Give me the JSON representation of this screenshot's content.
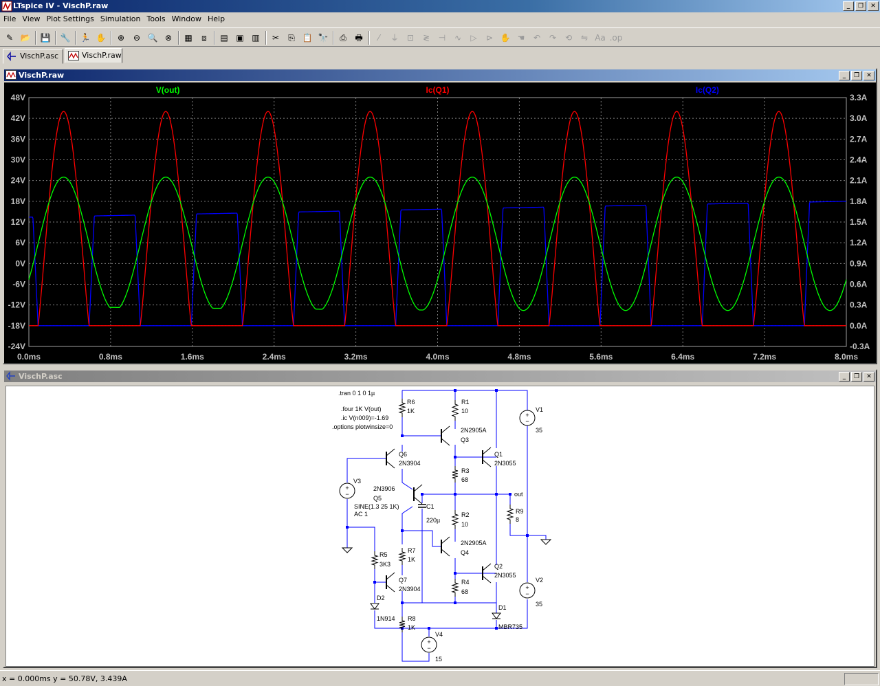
{
  "app": {
    "title": "LTspice IV - VischP.raw",
    "window_buttons": [
      "_",
      "❐",
      "✕"
    ]
  },
  "menu": [
    "File",
    "View",
    "Plot Settings",
    "Simulation",
    "Tools",
    "Window",
    "Help"
  ],
  "toolbar": [
    {
      "icon": "new-schematic-icon",
      "glyph": "✎"
    },
    {
      "icon": "open-icon",
      "glyph": "📂"
    },
    {
      "sep": true
    },
    {
      "icon": "save-icon",
      "glyph": "💾"
    },
    {
      "sep": true
    },
    {
      "icon": "control-panel-icon",
      "glyph": "🔧"
    },
    {
      "sep": true
    },
    {
      "icon": "run-icon",
      "glyph": "🏃"
    },
    {
      "icon": "pan-icon",
      "glyph": "✋"
    },
    {
      "sep": true
    },
    {
      "icon": "zoom-in-icon",
      "glyph": "⊕"
    },
    {
      "icon": "zoom-out-icon",
      "glyph": "⊖"
    },
    {
      "icon": "zoom-area-icon",
      "glyph": "🔍"
    },
    {
      "icon": "zoom-cancel-icon",
      "glyph": "⊗"
    },
    {
      "sep": true
    },
    {
      "icon": "autorange-icon",
      "glyph": "▦"
    },
    {
      "icon": "fit-icon",
      "glyph": "⧈"
    },
    {
      "sep": true
    },
    {
      "icon": "tile-horizontal-icon",
      "glyph": "▤"
    },
    {
      "icon": "cascade-icon",
      "glyph": "▣"
    },
    {
      "icon": "tile-vertical-icon",
      "glyph": "▥"
    },
    {
      "sep": true
    },
    {
      "icon": "cut-icon",
      "glyph": "✂"
    },
    {
      "icon": "copy-icon",
      "glyph": "⎘"
    },
    {
      "icon": "paste-icon",
      "glyph": "📋"
    },
    {
      "icon": "find-icon",
      "glyph": "🔭"
    },
    {
      "sep": true
    },
    {
      "icon": "print-setup-icon",
      "glyph": "⎙"
    },
    {
      "icon": "print-icon",
      "glyph": "🖶"
    },
    {
      "sep": true
    },
    {
      "icon": "wire-icon",
      "glyph": "⁄",
      "disabled": true
    },
    {
      "icon": "ground-icon",
      "glyph": "⏚",
      "disabled": true
    },
    {
      "icon": "label-net-icon",
      "glyph": "⊡",
      "disabled": true
    },
    {
      "icon": "resistor-icon",
      "glyph": "≷",
      "disabled": true
    },
    {
      "icon": "capacitor-icon",
      "glyph": "⊣",
      "disabled": true
    },
    {
      "icon": "inductor-icon",
      "glyph": "∿",
      "disabled": true
    },
    {
      "icon": "diode-icon",
      "glyph": "▷",
      "disabled": true
    },
    {
      "icon": "component-icon",
      "glyph": "⊳",
      "disabled": true
    },
    {
      "icon": "move-icon",
      "glyph": "✋",
      "disabled": true
    },
    {
      "icon": "drag-icon",
      "glyph": "☚",
      "disabled": true
    },
    {
      "icon": "undo-icon",
      "glyph": "↶",
      "disabled": true
    },
    {
      "icon": "redo-icon",
      "glyph": "↷",
      "disabled": true
    },
    {
      "icon": "rotate-icon",
      "glyph": "⟲",
      "disabled": true
    },
    {
      "icon": "mirror-icon",
      "glyph": "⇋",
      "disabled": true
    },
    {
      "icon": "text-icon",
      "glyph": "Aa",
      "disabled": true
    },
    {
      "icon": "spice-directive-icon",
      "glyph": ".op",
      "disabled": true
    }
  ],
  "tabs": [
    {
      "label": "VischP.asc",
      "icon": "schematic-icon",
      "active": false
    },
    {
      "label": "VischP.raw",
      "icon": "waveform-icon",
      "active": true
    }
  ],
  "plot_window": {
    "title": "VischP.raw"
  },
  "schematic_window": {
    "title": "VischP.asc"
  },
  "chart_data": {
    "type": "line",
    "background": "#000000",
    "grid": true,
    "series": [
      {
        "name": "V(out)",
        "color": "#00ff00",
        "axis": "left"
      },
      {
        "name": "Ic(Q1)",
        "color": "#ff0000",
        "axis": "right"
      },
      {
        "name": "Ic(Q2)",
        "color": "#0000ff",
        "axis": "right"
      }
    ],
    "xlim": [
      0,
      8
    ],
    "xunit": "ms",
    "xticks": [
      "0.0ms",
      "0.8ms",
      "1.6ms",
      "2.4ms",
      "3.2ms",
      "4.0ms",
      "4.8ms",
      "5.6ms",
      "6.4ms",
      "7.2ms",
      "8.0ms"
    ],
    "ylim_left": [
      -24,
      48
    ],
    "yticks_left": [
      "48V",
      "42V",
      "36V",
      "30V",
      "24V",
      "18V",
      "12V",
      "6V",
      "0V",
      "-6V",
      "-12V",
      "-18V",
      "-24V"
    ],
    "ylim_right": [
      -0.3,
      3.3
    ],
    "yticks_right": [
      "3.3A",
      "3.0A",
      "2.7A",
      "2.4A",
      "2.1A",
      "1.8A",
      "1.5A",
      "1.2A",
      "0.9A",
      "0.6A",
      "0.3A",
      "0.0A",
      "-0.3A"
    ],
    "waveforms": {
      "frequency_khz": 1,
      "v_out": {
        "offset": 5.7,
        "amplitude": 19.3,
        "negative_clip_start": -12.5,
        "negative_clip_end": -14.5,
        "units": "V"
      },
      "ic_q1": {
        "peak": 3.1,
        "units": "A"
      },
      "ic_q2": {
        "flat_start": 1.57,
        "flat_end": 1.8,
        "units": "A"
      }
    }
  },
  "schematic": {
    "directives": [
      ".tran 0 1 0 1µ",
      ".four 1K V(out)",
      ".ic V(n009)=-1.69",
      ".options plotwinsize=0"
    ],
    "labels": {
      "R6": [
        "R6",
        "1K"
      ],
      "R1": [
        "R1",
        "10"
      ],
      "V1": [
        "V1",
        "35"
      ],
      "Q3": [
        "2N2905A",
        "Q3"
      ],
      "Q6": [
        "Q6",
        "2N3904"
      ],
      "Q1": [
        "Q1",
        "2N3055"
      ],
      "R3": [
        "R3",
        "68"
      ],
      "V3": [
        "V3"
      ],
      "Q5": [
        "2N3906",
        "Q5"
      ],
      "V3src": [
        "SINE(1.3 25 1K)",
        "AC 1"
      ],
      "C1": [
        "C1",
        "220µ"
      ],
      "out": "out",
      "R9": [
        "R9",
        "8"
      ],
      "R2": [
        "R2",
        "10"
      ],
      "Q4": [
        "2N2905A",
        "Q4"
      ],
      "R5": [
        "R5",
        "3K3"
      ],
      "R7": [
        "R7",
        "1K"
      ],
      "Q2": [
        "Q2",
        "2N3055"
      ],
      "Q7": [
        "Q7",
        "2N3904"
      ],
      "R4": [
        "R4",
        "68"
      ],
      "V2": [
        "V2",
        "35"
      ],
      "D2": [
        "D2",
        "1N914"
      ],
      "R8": [
        "R8",
        "1K"
      ],
      "D1": [
        "D1",
        "MBR735"
      ],
      "V4": [
        "V4",
        "15"
      ]
    }
  },
  "status": {
    "text": "x = 0.000ms    y = 50.78V, 3.439A"
  }
}
